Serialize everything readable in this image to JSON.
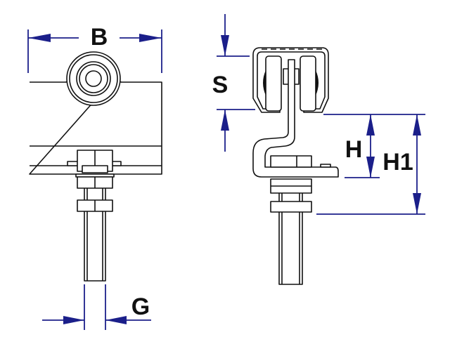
{
  "dimensions": {
    "width_label": "B",
    "thread_label": "G",
    "flange_label": "S",
    "height_label": "H",
    "height_total_label": "H1"
  },
  "colors": {
    "dimension": "#1b1f8a",
    "outline": "#111111"
  }
}
